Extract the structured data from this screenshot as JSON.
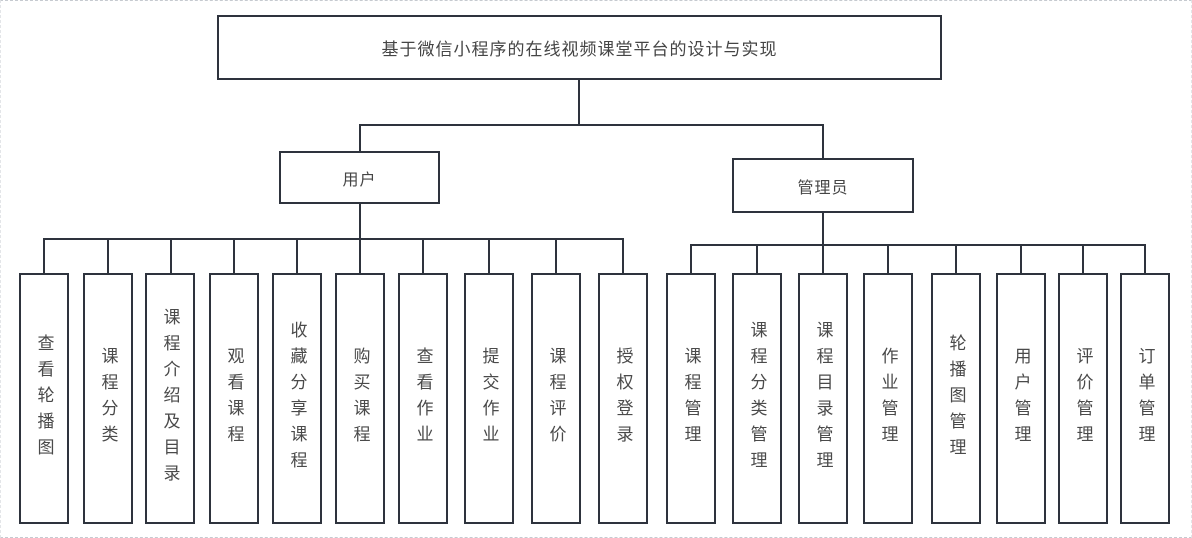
{
  "diagram": {
    "title": "基于微信小程序的在线视频课堂平台的设计与实现",
    "colors": {
      "line": "#2e333d",
      "node_border": "#2e333d",
      "text": "#4a4a4a",
      "background": "#ffffff"
    },
    "branches": [
      {
        "label": "用户",
        "children": [
          "查看轮播图",
          "课程分类",
          "课程介绍及目录",
          "观看课程",
          "收藏分享课程",
          "购买课程",
          "查看作业",
          "提交作业",
          "课程评价",
          "授权登录"
        ]
      },
      {
        "label": "管理员",
        "children": [
          "课程管理",
          "课程分类管理",
          "课程目录管理",
          "作业管理",
          "轮播图管理",
          "用户管理",
          "评价管理",
          "订单管理"
        ]
      }
    ]
  }
}
